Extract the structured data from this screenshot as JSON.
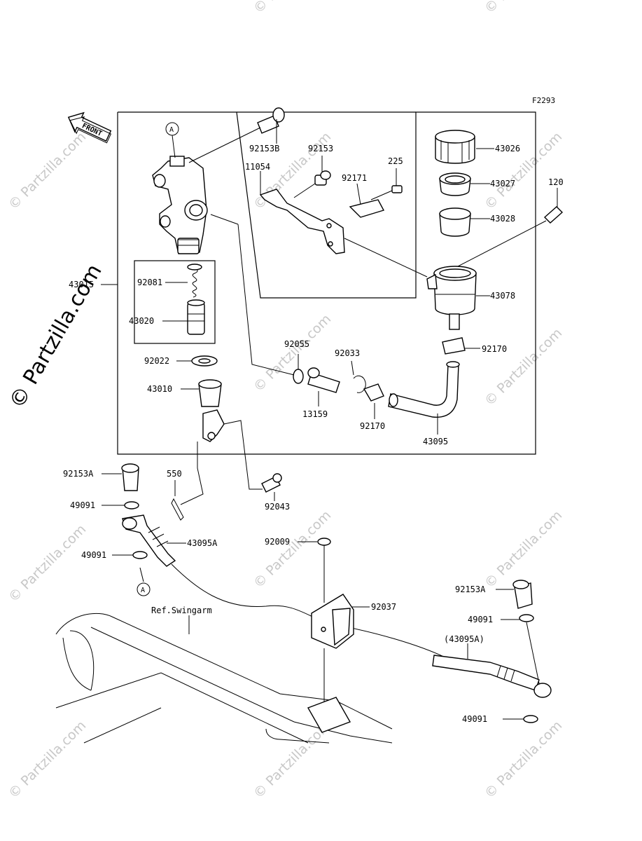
{
  "diagram": {
    "code": "F2293",
    "front_label": "FRONT",
    "ref_label": "Ref.Swingarm",
    "watermark_main": "© Partzilla.com",
    "watermark_tile": "© Partzilla.com",
    "callout_a": "A",
    "parts": {
      "p92153B": "92153B",
      "p92153": "92153",
      "p11054": "11054",
      "p92171": "92171",
      "p225": "225",
      "p43026": "43026",
      "p43027": "43027",
      "p43028": "43028",
      "p120": "120",
      "p43078": "43078",
      "p43015": "43015",
      "p92081": "92081",
      "p43020": "43020",
      "p92055": "92055",
      "p92033": "92033",
      "p92170a": "92170",
      "p92022": "92022",
      "p43010": "43010",
      "p13159": "13159",
      "p92170b": "92170",
      "p43095": "43095",
      "p92153A_top": "92153A",
      "p550": "550",
      "p49091_1": "49091",
      "p92043": "92043",
      "p43095A": "43095A",
      "p92009": "92009",
      "p49091_2": "49091",
      "p92037": "92037",
      "p92153A_right": "92153A",
      "p49091_3": "49091",
      "p43095A_ref": "(43095A)",
      "p49091_4": "49091"
    }
  }
}
